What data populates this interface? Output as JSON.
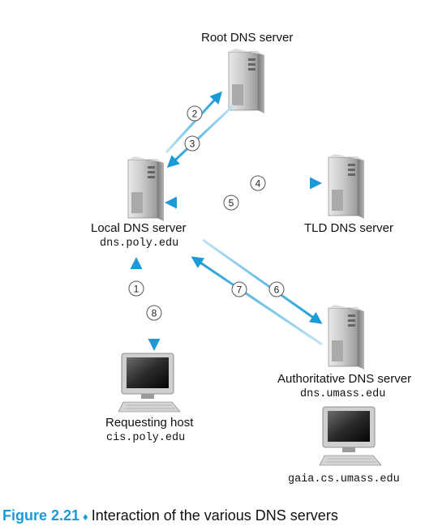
{
  "servers": {
    "root": {
      "label": "Root DNS server"
    },
    "local": {
      "label": "Local DNS server",
      "hostname": "dns.poly.edu"
    },
    "tld": {
      "label": "TLD DNS server"
    },
    "authoritative": {
      "label": "Authoritative DNS server",
      "hostname": "dns.umass.edu"
    }
  },
  "hosts": {
    "requesting": {
      "label": "Requesting host",
      "hostname": "cis.poly.edu"
    },
    "target": {
      "hostname": "gaia.cs.umass.edu"
    }
  },
  "steps": [
    "1",
    "2",
    "3",
    "4",
    "5",
    "6",
    "7",
    "8"
  ],
  "caption": {
    "figure": "Figure 2.21",
    "separator": "♦",
    "text": "Interaction of the various DNS servers"
  },
  "colors": {
    "arrow": "#1a9ad6",
    "arrow_light": "#bfe3f4",
    "caption_accent": "#1a9ad6"
  }
}
